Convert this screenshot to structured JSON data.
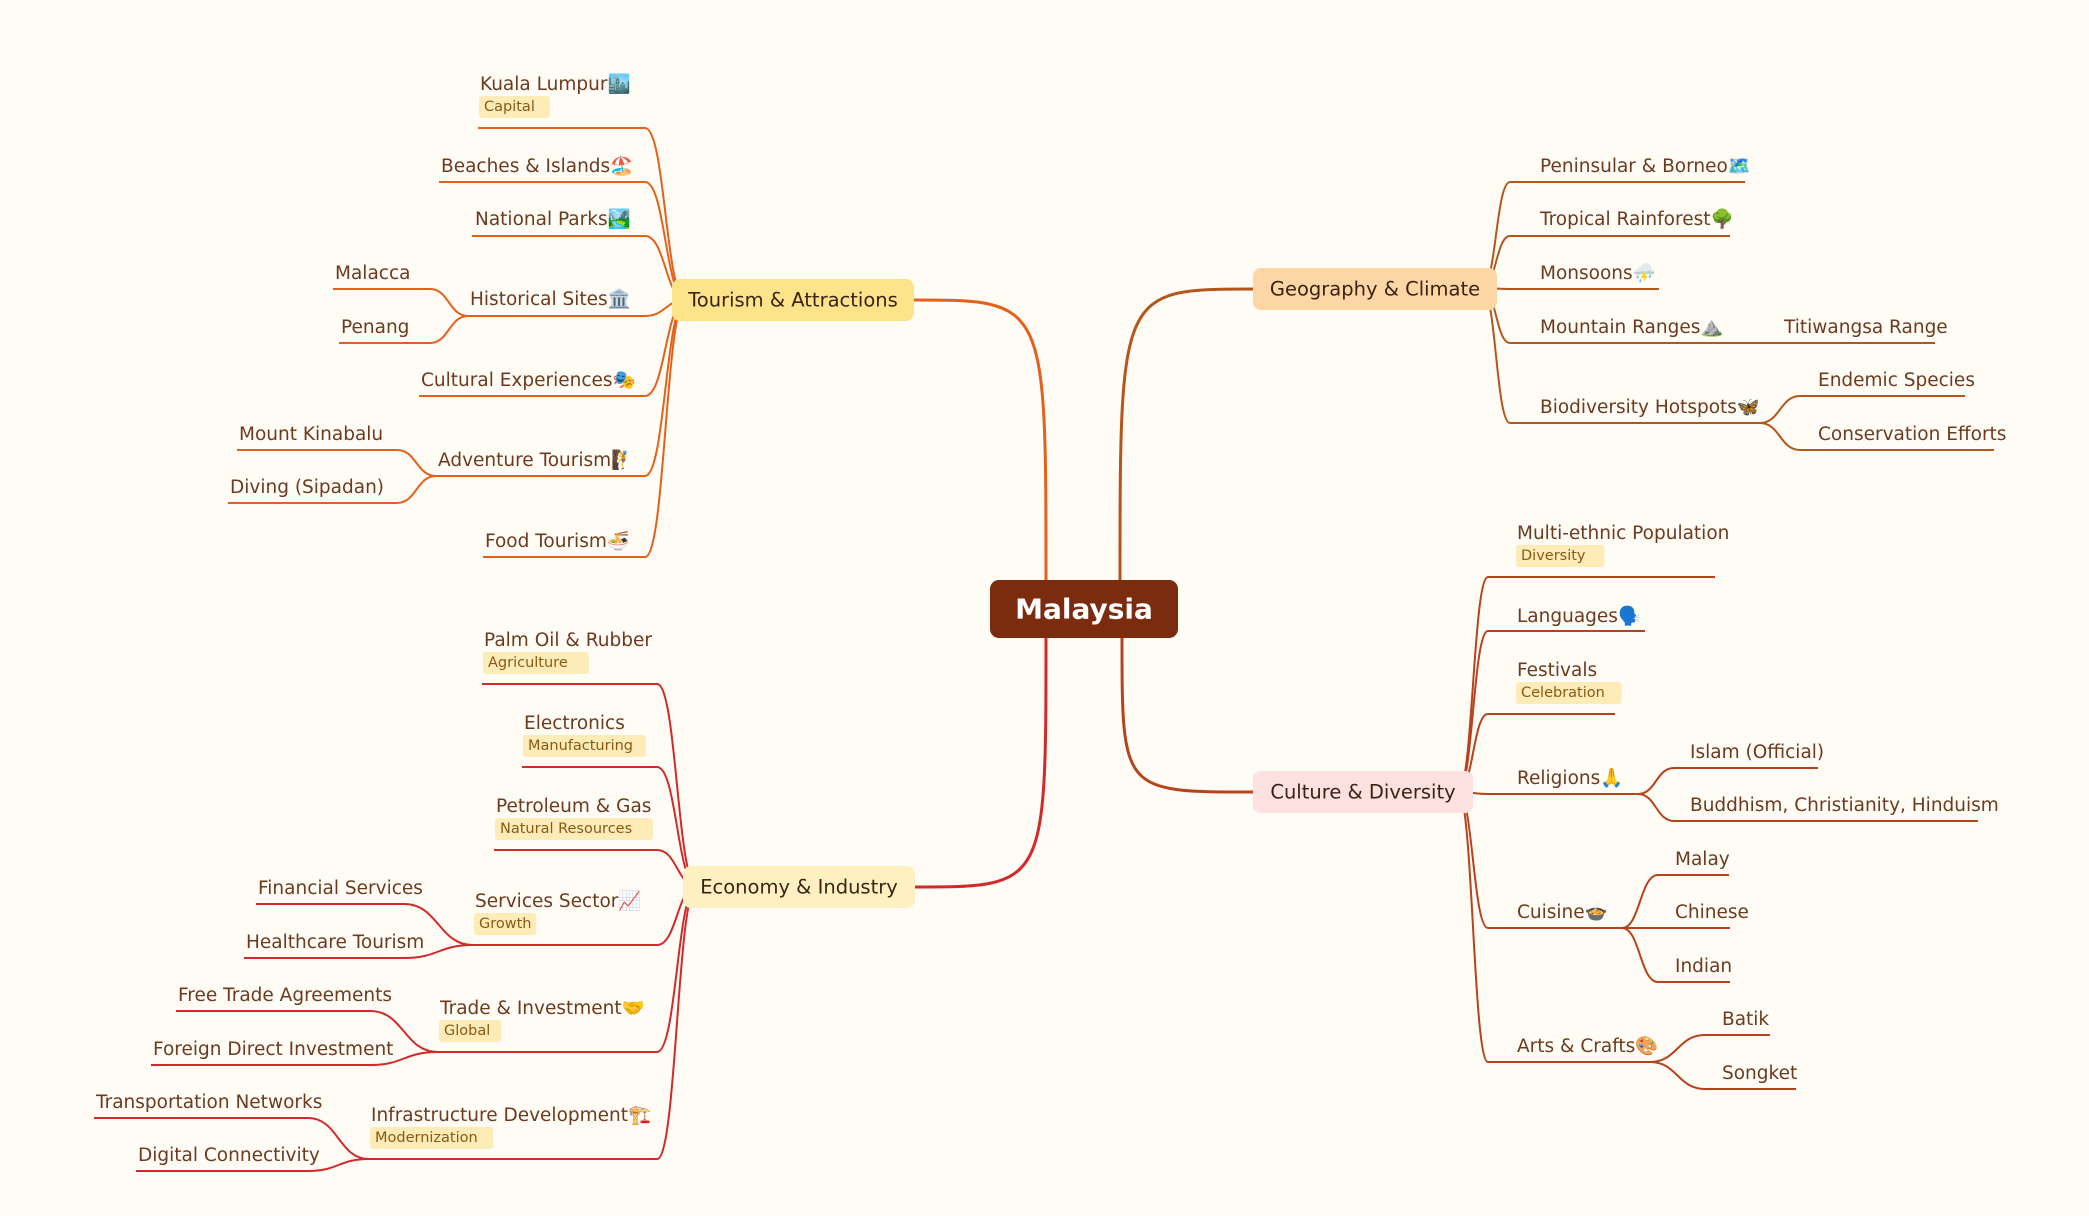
{
  "root": {
    "label": "Malaysia",
    "color": "#7b2b0e"
  },
  "branches": [
    {
      "key": "tourism",
      "label": "Tourism & Attractions",
      "bg": "#fde38a",
      "line": "#e3611a",
      "children": [
        {
          "label": "Kuala Lumpur",
          "icon": "🏙️",
          "tag": "Capital"
        },
        {
          "label": "Beaches & Islands",
          "icon": "🏖️"
        },
        {
          "label": "National Parks",
          "icon": "🏞️"
        },
        {
          "label": "Historical Sites",
          "icon": "🏛️",
          "children": [
            {
              "label": "Malacca"
            },
            {
              "label": "Penang"
            }
          ]
        },
        {
          "label": "Cultural Experiences",
          "icon": "🎭"
        },
        {
          "label": "Adventure Tourism",
          "icon": "🧗",
          "children": [
            {
              "label": "Mount Kinabalu"
            },
            {
              "label": "Diving (Sipadan)"
            }
          ]
        },
        {
          "label": "Food Tourism",
          "icon": "🍜"
        }
      ]
    },
    {
      "key": "geography",
      "label": "Geography & Climate",
      "bg": "#fdd6a6",
      "line": "#b4561c",
      "children": [
        {
          "label": "Peninsular & Borneo",
          "icon": "🗺️"
        },
        {
          "label": "Tropical Rainforest",
          "icon": "🌳"
        },
        {
          "label": "Monsoons",
          "icon": "⛈️"
        },
        {
          "label": "Mountain Ranges",
          "icon": "⛰️",
          "children": [
            {
              "label": "Titiwangsa Range"
            }
          ]
        },
        {
          "label": "Biodiversity Hotspots",
          "icon": "🦋",
          "children": [
            {
              "label": "Endemic Species"
            },
            {
              "label": "Conservation Efforts"
            }
          ]
        }
      ]
    },
    {
      "key": "culture",
      "label": "Culture & Diversity",
      "bg": "#fde0e0",
      "line": "#b7431c",
      "children": [
        {
          "label": "Multi-ethnic Population",
          "tag": "Diversity"
        },
        {
          "label": "Languages",
          "icon": "🗣️"
        },
        {
          "label": "Festivals",
          "tag": "Celebration"
        },
        {
          "label": "Religions",
          "icon": "🙏",
          "children": [
            {
              "label": "Islam (Official)"
            },
            {
              "label": "Buddhism, Christianity, Hinduism"
            }
          ]
        },
        {
          "label": "Cuisine",
          "icon": "🍲",
          "children": [
            {
              "label": "Malay"
            },
            {
              "label": "Chinese"
            },
            {
              "label": "Indian"
            }
          ]
        },
        {
          "label": "Arts & Crafts",
          "icon": "🎨",
          "children": [
            {
              "label": "Batik"
            },
            {
              "label": "Songket"
            }
          ]
        }
      ]
    },
    {
      "key": "economy",
      "label": "Economy & Industry",
      "bg": "#fff0c2",
      "line": "#d22a2a",
      "children": [
        {
          "label": "Palm Oil & Rubber",
          "tag": "Agriculture"
        },
        {
          "label": "Electronics",
          "tag": "Manufacturing"
        },
        {
          "label": "Petroleum & Gas",
          "tag": "Natural Resources"
        },
        {
          "label": "Services Sector",
          "icon": "📈",
          "tag": "Growth",
          "children": [
            {
              "label": "Financial Services"
            },
            {
              "label": "Healthcare Tourism"
            }
          ]
        },
        {
          "label": "Trade & Investment",
          "icon": "🤝",
          "tag": "Global",
          "children": [
            {
              "label": "Free Trade Agreements"
            },
            {
              "label": "Foreign Direct Investment"
            }
          ]
        },
        {
          "label": "Infrastructure Development",
          "icon": "🏗️",
          "tag": "Modernization",
          "children": [
            {
              "label": "Transportation Networks"
            },
            {
              "label": "Digital Connectivity"
            }
          ]
        }
      ]
    }
  ]
}
